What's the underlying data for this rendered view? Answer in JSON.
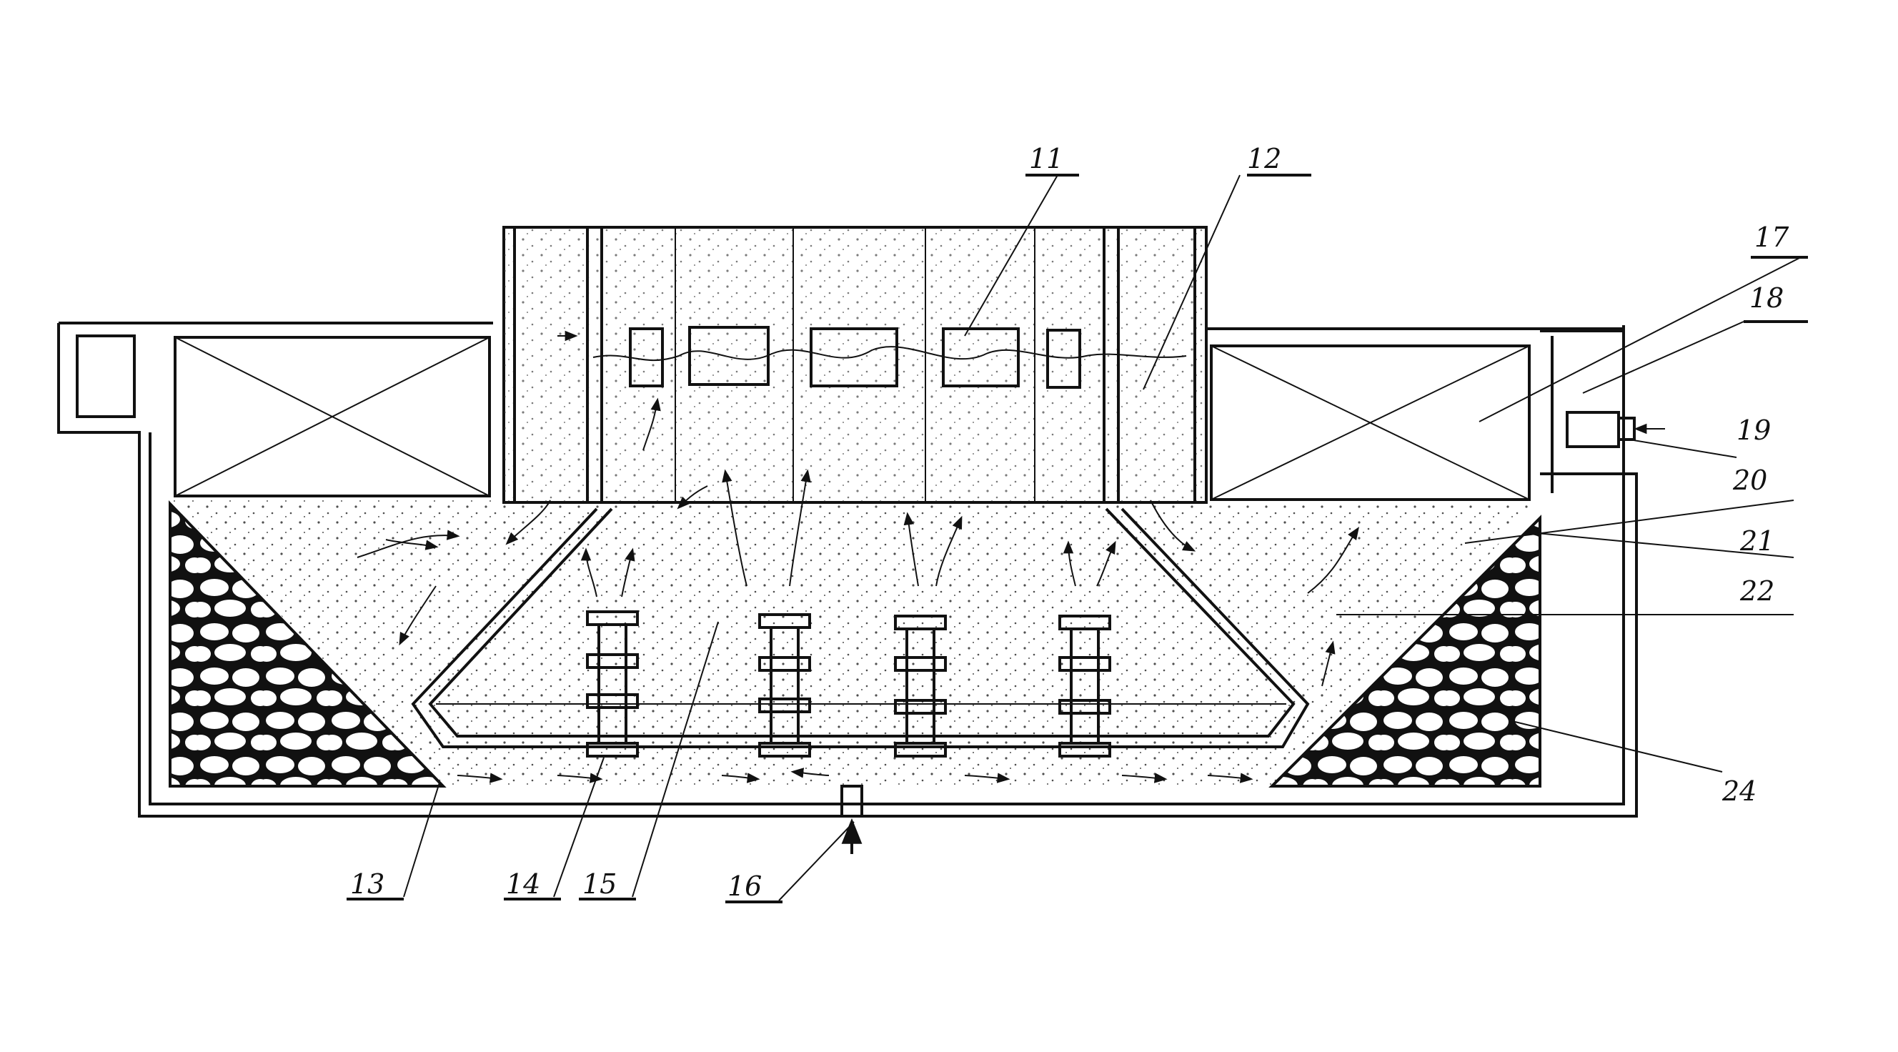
{
  "labels": {
    "l11": "11",
    "l12": "12",
    "l13": "13",
    "l14": "14",
    "l15": "15",
    "l16": "16",
    "l17": "17",
    "l18": "18",
    "l19": "19",
    "l20": "20",
    "l21": "21",
    "l22": "22",
    "l24": "24"
  },
  "colors": {
    "ink": "#111111",
    "background": "#ffffff"
  },
  "icons": {
    "flow": "arrow-icon",
    "fill": "stone-fill"
  }
}
